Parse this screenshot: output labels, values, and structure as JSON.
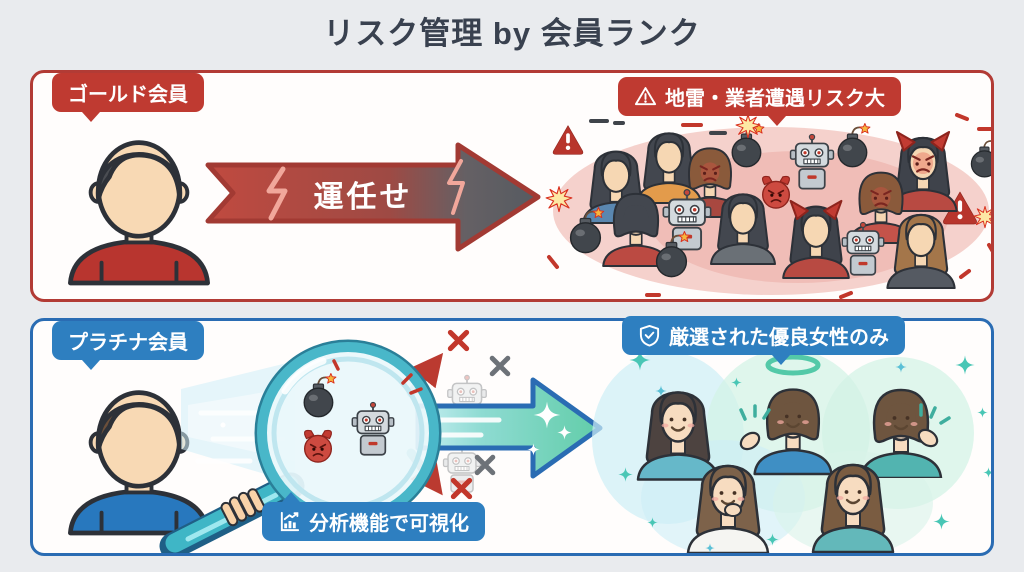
{
  "title": "リスク管理 by 会員ランク",
  "panels": {
    "gold": {
      "member_label": "ゴールド会員",
      "risk_label": "地雷・業者遭遇リスク大",
      "arrow_label": "運任せ"
    },
    "platinum": {
      "member_label": "プラチナ会員",
      "quality_label": "厳選された優良女性のみ",
      "analysis_label": "分析機能で可視化"
    }
  },
  "icons": {
    "risk_badge": "warning-triangle-icon",
    "quality_badge": "shield-check-icon",
    "analysis_badge": "chart-growth-icon",
    "gold_scene": [
      "bomb-icon",
      "robot-icon",
      "devil-icon",
      "warning-triangle-icon",
      "woman-icon"
    ],
    "platinum_scene": [
      "magnifier-icon",
      "bomb-icon",
      "robot-icon",
      "devil-icon",
      "red-x-icon",
      "gray-x-icon",
      "sparkle-icon",
      "halo-icon",
      "woman-icon"
    ]
  },
  "colors": {
    "page_background": "#e9ebee",
    "title_text": "#39414f",
    "gold_accent": "#bf3a31",
    "gold_border": "#b23b35",
    "platinum_accent": "#2e7fc0",
    "platinum_border": "#2a6cb3",
    "danger_arrow": "#c0453c",
    "safe_arrow": "#62cda9"
  }
}
